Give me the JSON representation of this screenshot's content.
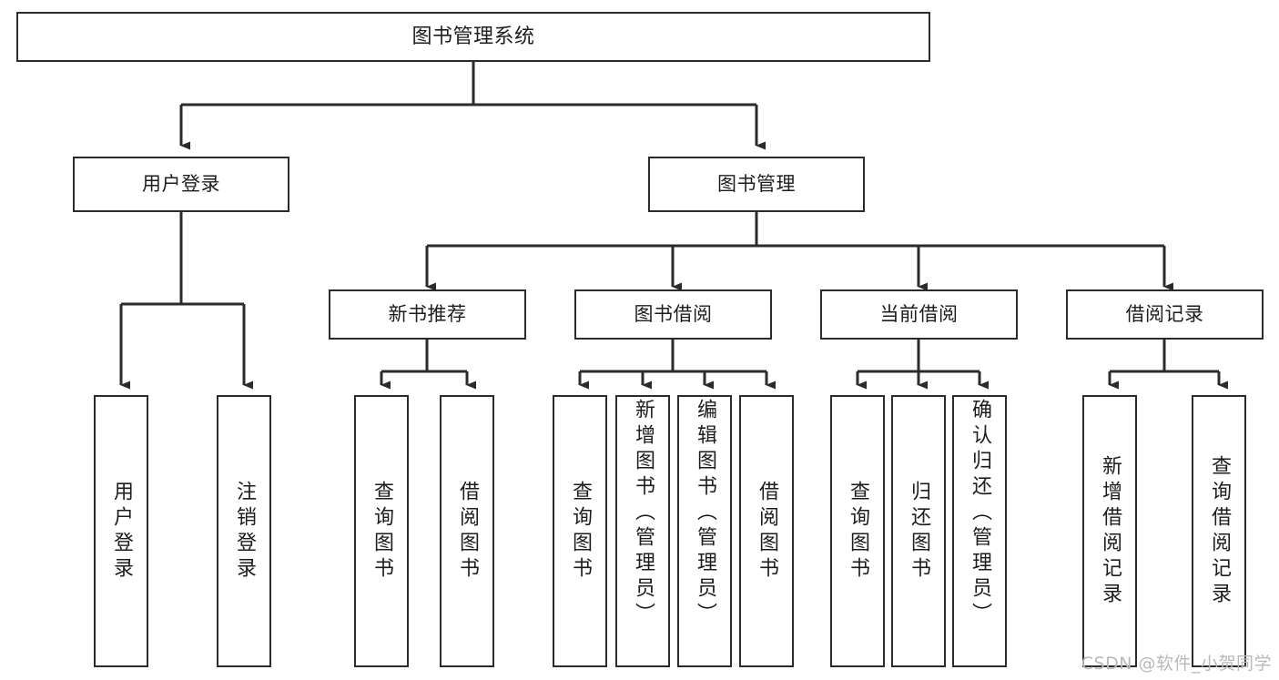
{
  "diagram": {
    "title": "图书管理系统",
    "type": "tree",
    "stroke_color": "#2b2b2b",
    "fill_color": "#ffffff",
    "text_color": "#1d1d1d",
    "root": {
      "label": "图书管理系统"
    },
    "level1": [
      {
        "label": "用户登录"
      },
      {
        "label": "图书管理"
      }
    ],
    "level2": [
      {
        "label": "新书推荐"
      },
      {
        "label": "图书借阅"
      },
      {
        "label": "当前借阅"
      },
      {
        "label": "借阅记录"
      }
    ],
    "leaves": {
      "user_login": [
        {
          "label": "用户登录"
        },
        {
          "label": "注销登录"
        }
      ],
      "new_book_recommend": [
        {
          "label": "查询图书"
        },
        {
          "label": "借阅图书"
        }
      ],
      "book_borrow": [
        {
          "label": "查询图书"
        },
        {
          "label": "新增图书（管理员）"
        },
        {
          "label": "编辑图书（管理员）"
        },
        {
          "label": "借阅图书"
        }
      ],
      "current_borrow": [
        {
          "label": "查询图书"
        },
        {
          "label": "归还图书"
        },
        {
          "label": "确认归还（管理员）"
        }
      ],
      "borrow_record": [
        {
          "label": "新增借阅记录"
        },
        {
          "label": "查询借阅记录"
        }
      ]
    }
  },
  "watermark": {
    "text": "CSDN @软件_小贺同学"
  }
}
